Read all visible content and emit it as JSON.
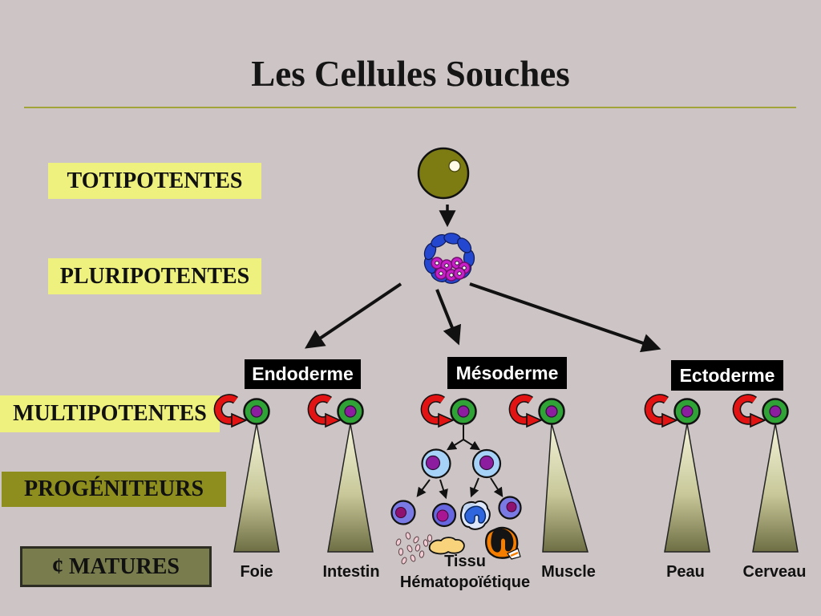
{
  "title": "Les Cellules Souches",
  "potency_labels": [
    {
      "label": "TOTIPOTENTES"
    },
    {
      "label": "PLURIPOTENTES"
    },
    {
      "label": "MULTIPOTENTES"
    },
    {
      "label": "PROGÉNITEURS"
    },
    {
      "label": "¢ MATURES"
    }
  ],
  "germ_layers": [
    {
      "label": "Endoderme"
    },
    {
      "label": "Mésoderme"
    },
    {
      "label": "Ectoderme"
    }
  ],
  "tissues": [
    {
      "label": "Foie"
    },
    {
      "label": "Intestin"
    },
    {
      "label": "Tissu Hématopoïétique",
      "line1": "Tissu",
      "line2": "Hématopoïétique"
    },
    {
      "label": "Muscle"
    },
    {
      "label": "Peau"
    },
    {
      "label": "Cerveau"
    }
  ],
  "icons": {
    "egg": "totipotent-cell-icon",
    "blastocyst": "blastocyst-icon",
    "stem_cell": "multipotent-stem-cell-icon",
    "self_renewal": "self-renewal-arrow-icon",
    "cone": "differentiation-cone",
    "platelets": "platelets-icon",
    "neutrophil": "neutrophil-icon",
    "macrophage": "macrophage-icon"
  },
  "colors": {
    "background": "#cdc5c5",
    "divider": "#a1a438",
    "label_yellow": "#eef17d",
    "label_olive": "#8e8e1f",
    "matures_bg": "#797c4c",
    "box_black": "#000000",
    "box_text": "#ffffff",
    "egg_olive": "#7d7c12",
    "egg_dot": "#fffbe8",
    "blast_blue": "#2347cf",
    "blast_magenta": "#c81ec8",
    "cell_green": "#2fa336",
    "cell_nucleus": "#8b1d9e",
    "arrow_red": "#e21313",
    "arrow_black": "#111111",
    "lightblue_cell": "#a6d2f7",
    "violet_cell": "#7a7ae4",
    "violet_cell2": "#6666e0",
    "nucleus_magenta": "#a81693",
    "nucleus_maroon": "#8e1370",
    "neutro_body": "#dfe8fa",
    "neutro_nucleus": "#2f66dd",
    "orange_cell": "#f57d00",
    "yellow_band": "#f8d37c",
    "speckle_pink": "#f2ccd4",
    "cone_top": "#f4f4da",
    "cone_mid": "#c8c89a",
    "cone_bottom": "#6e6e44"
  }
}
